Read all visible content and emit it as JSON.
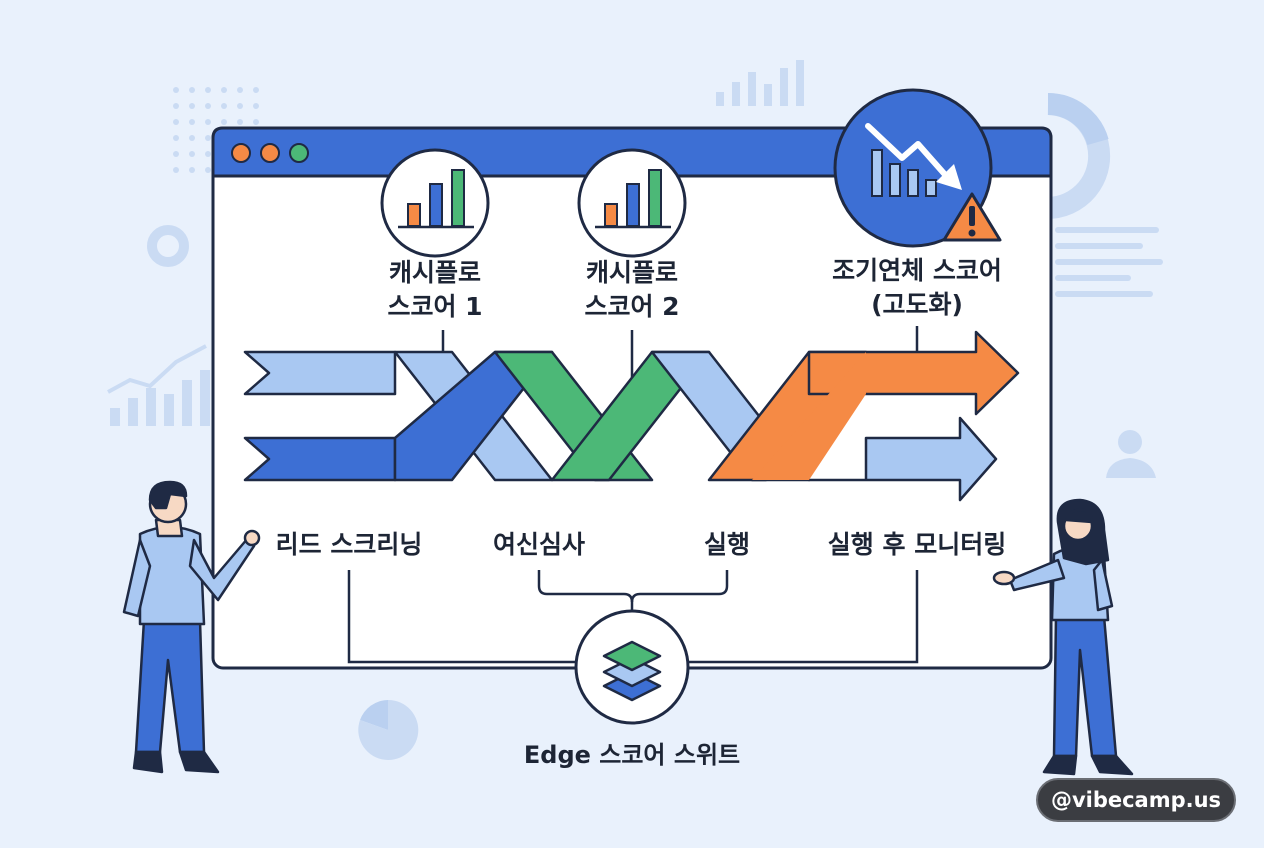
{
  "scores": {
    "cashflow1": [
      "캐시플로",
      "스코어 1"
    ],
    "cashflow2": [
      "캐시플로",
      "스코어 2"
    ],
    "early_delinquency": [
      "조기연체 스코어",
      "(고도화)"
    ]
  },
  "stages": {
    "lead_screening": "리드 스크리닝",
    "credit_review": "여신심사",
    "execution": "실행",
    "post_monitoring": "실행 후 모니터링"
  },
  "suite_label": "Edge 스코어 스위트",
  "watermark": "@vibecamp.us",
  "colors": {
    "primary_blue": "#3d6fd4",
    "light_blue": "#a9c8f2",
    "green": "#4cb877",
    "orange": "#f58a45",
    "outline": "#1f2a44"
  },
  "icons": [
    "bar-chart-icon",
    "declining-chart-icon",
    "warning-icon",
    "layers-icon"
  ]
}
